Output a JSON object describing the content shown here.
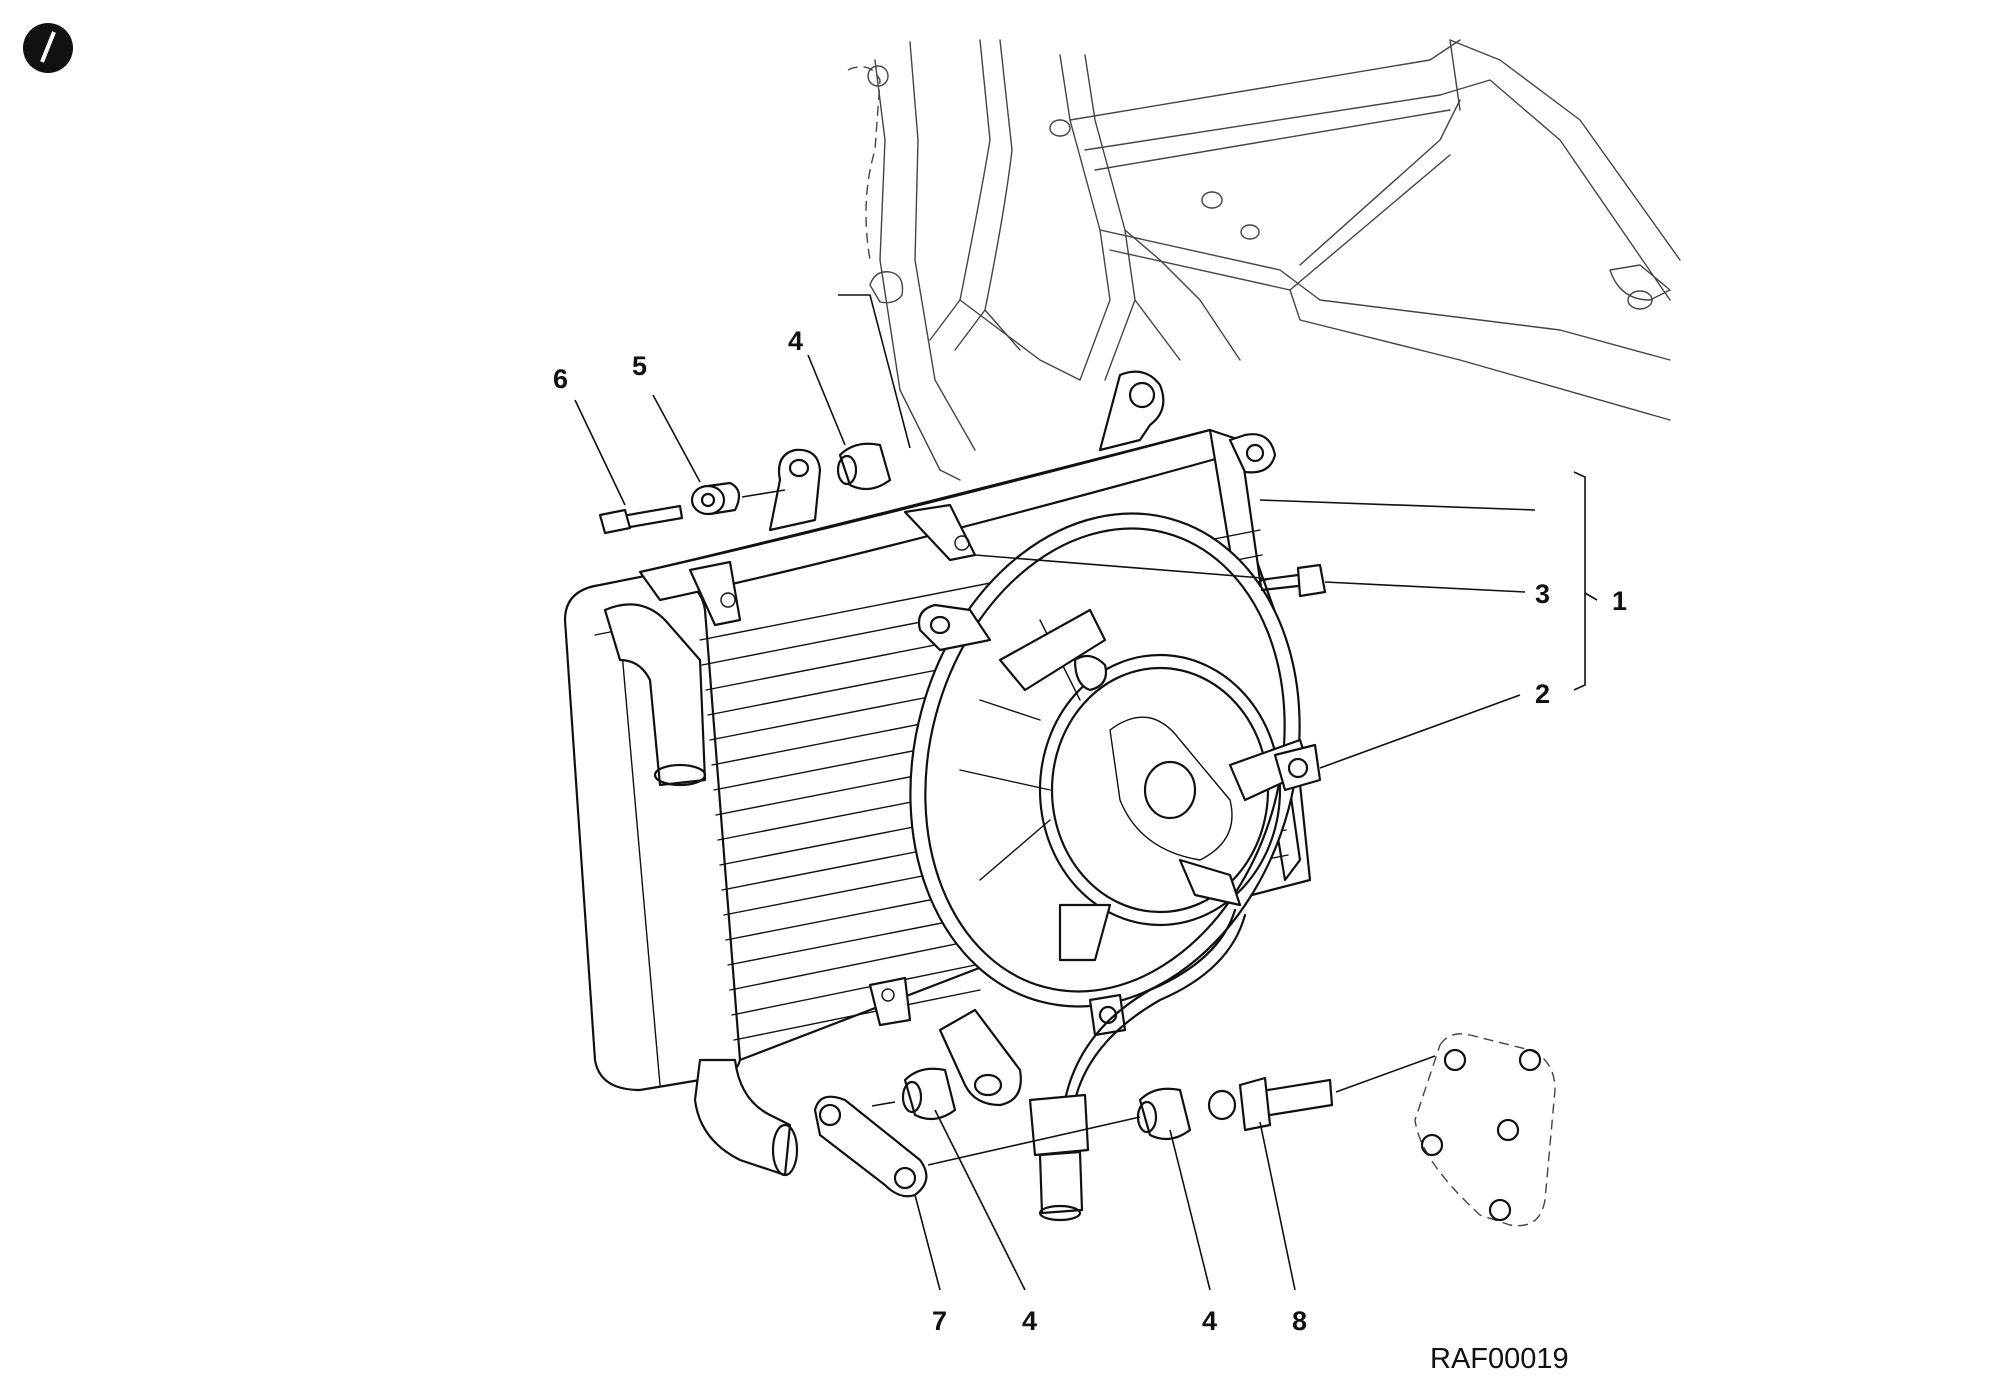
{
  "diagram": {
    "reference_code": "RAF00019",
    "callouts": [
      {
        "id": "c1",
        "text": "1"
      },
      {
        "id": "c2",
        "text": "2"
      },
      {
        "id": "c3",
        "text": "3"
      },
      {
        "id": "c4a",
        "text": "4"
      },
      {
        "id": "c4b",
        "text": "4"
      },
      {
        "id": "c4c",
        "text": "4"
      },
      {
        "id": "c5",
        "text": "5"
      },
      {
        "id": "c6",
        "text": "6"
      },
      {
        "id": "c7",
        "text": "7"
      },
      {
        "id": "c8",
        "text": "8"
      }
    ]
  },
  "icons": {
    "corner_mark": "page-marker-icon"
  }
}
